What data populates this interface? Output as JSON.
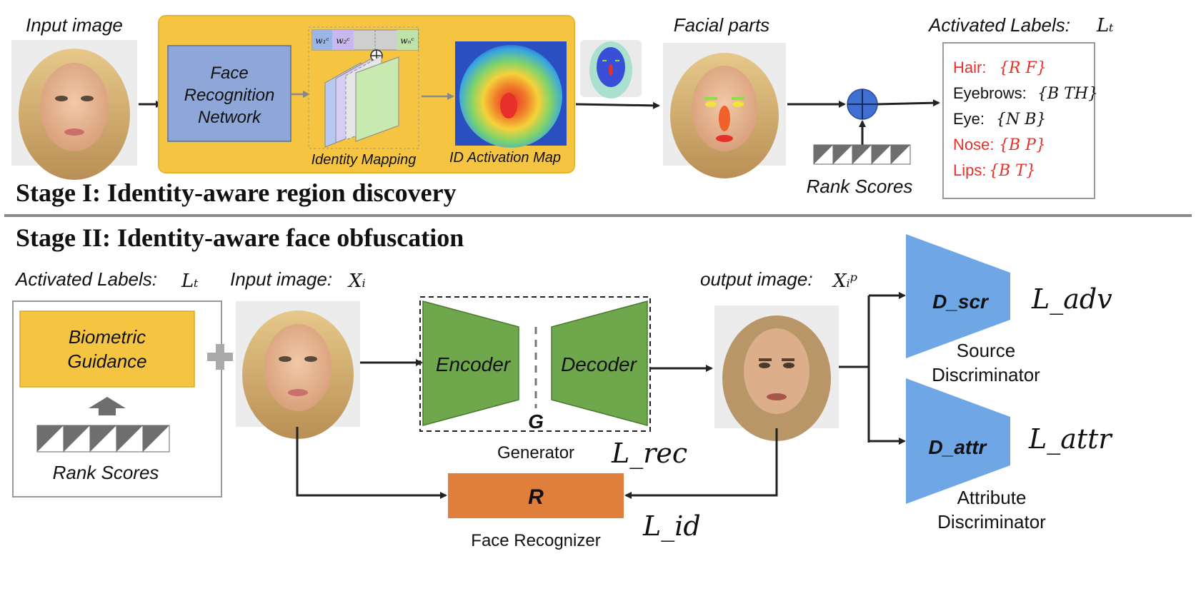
{
  "stage1": {
    "title": "Stage  I: Identity-aware region discovery",
    "input_image_label": "Input image",
    "frn_line1": "Face",
    "frn_line2": "Recognition",
    "frn_line3": "Network",
    "identity_mapping_label": "Identity Mapping",
    "weights": [
      "w₁ᶜ",
      "w₂ᶜ",
      "wₙᶜ"
    ],
    "id_activation_map_label": "ID Activation Map",
    "facial_parts_label": "Facial parts",
    "rank_scores_label": "Rank Scores",
    "activated_labels_title": "Activated Labels:",
    "activated_labels_symbol": "Lₜ",
    "labels": [
      {
        "name": "Hair:",
        "value": "{R F}",
        "color": "#e8302a"
      },
      {
        "name": "Eyebrows:",
        "value": "{B TH}",
        "color": "#111111"
      },
      {
        "name": "Eye:",
        "value": "{N B}",
        "color": "#111111"
      },
      {
        "name": "Nose:",
        "value": "{B P}",
        "color": "#e8302a"
      },
      {
        "name": "Lips:",
        "value": "{B T}",
        "color": "#e8302a"
      }
    ]
  },
  "stage2": {
    "title": "Stage II: Identity-aware face obfuscation",
    "activated_labels_title": "Activated Labels:",
    "activated_labels_symbol": "Lₜ",
    "biometric_line1": "Biometric",
    "biometric_line2": "Guidance",
    "rank_scores_label": "Rank Scores",
    "input_image_title": "Input image:",
    "input_image_symbol": "Xᵢ",
    "encoder_label": "Encoder",
    "decoder_label": "Decoder",
    "g_label": "G",
    "generator_label": "Generator",
    "l_rec": "L_rec",
    "output_image_title": "output image:",
    "output_image_symbol": "Xᵢᵖ",
    "d_scr": "D_scr",
    "d_attr": "D_attr",
    "source_line1": "Source",
    "source_line2": "Discriminator",
    "attribute_line1": "Attribute",
    "attribute_line2": "Discriminator",
    "l_adv": "L_adv",
    "l_attr": "L_attr",
    "r_label": "R",
    "face_recognizer_label": "Face Recognizer",
    "l_id": "L_id"
  },
  "colors": {
    "yellow_panel": "#f5c542",
    "frn_box": "#8ea6d8",
    "encoder_green": "#6fa84c",
    "discriminator_blue": "#6ea6e6",
    "recognizer_orange": "#e07f3b",
    "red_label": "#e8302a",
    "plus_blue": "#3f6fd1"
  }
}
